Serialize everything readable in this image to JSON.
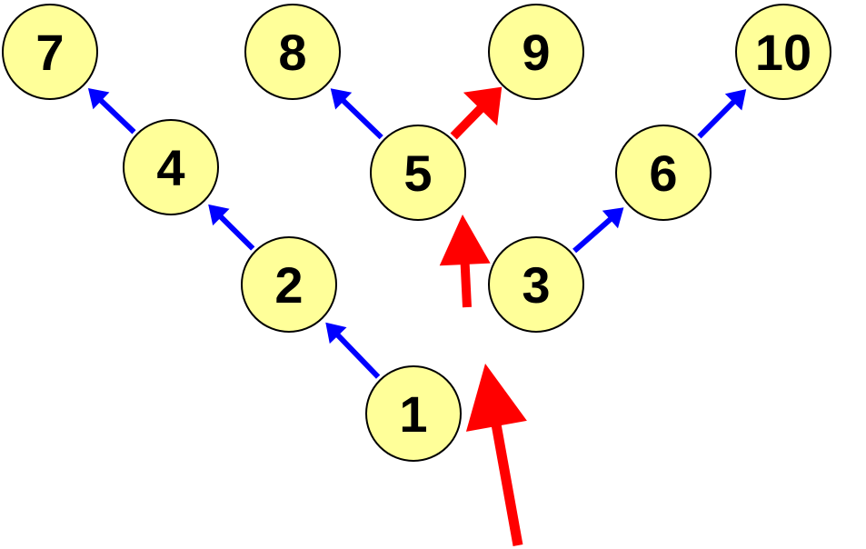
{
  "colors": {
    "node_fill": "#ffff99",
    "node_stroke": "#000000",
    "label": "#000000",
    "blue_arrow": "#0000ff",
    "red_arrow": "#ff0000"
  },
  "nodes": [
    {
      "id": "n1",
      "label": "1"
    },
    {
      "id": "n2",
      "label": "2"
    },
    {
      "id": "n3",
      "label": "3"
    },
    {
      "id": "n4",
      "label": "4"
    },
    {
      "id": "n5",
      "label": "5"
    },
    {
      "id": "n6",
      "label": "6"
    },
    {
      "id": "n7",
      "label": "7"
    },
    {
      "id": "n8",
      "label": "8"
    },
    {
      "id": "n9",
      "label": "9"
    },
    {
      "id": "n10",
      "label": "10"
    }
  ],
  "edges": [
    {
      "from": "1",
      "to": "2",
      "color": "blue"
    },
    {
      "from": "2",
      "to": "4",
      "color": "blue"
    },
    {
      "from": "4",
      "to": "7",
      "color": "blue"
    },
    {
      "from": "5",
      "to": "8",
      "color": "blue"
    },
    {
      "from": "5",
      "to": "9",
      "color": "red"
    },
    {
      "from": "3",
      "to": "6",
      "color": "blue"
    },
    {
      "from": "6",
      "to": "10",
      "color": "blue"
    }
  ]
}
